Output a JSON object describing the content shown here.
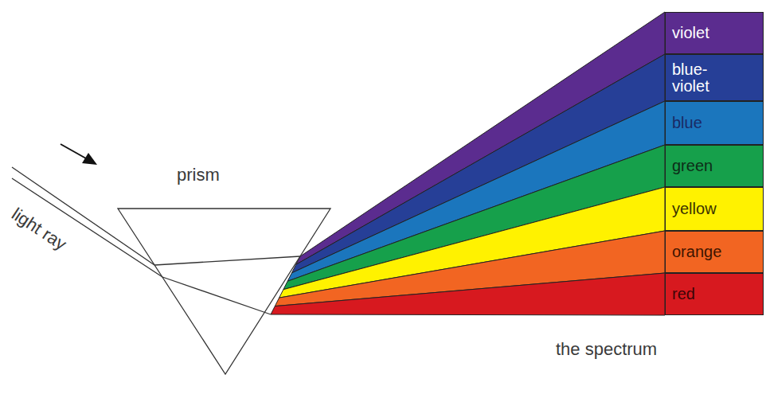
{
  "diagram": {
    "nodes": [
      {
        "text": [
          "violet"
        ]
      },
      {
        "text": [
          "blue-violet"
        ]
      },
      {
        "text": [
          "blue"
        ]
      },
      {
        "text": [
          "green"
        ]
      },
      {
        "text": [
          "yellow"
        ]
      },
      {
        "text": [
          "orange"
        ]
      },
      {
        "text": [
          "red"
        ]
      }
    ],
    "labels": [
      "prism",
      "light ray",
      "the spectrum"
    ]
  }
}
